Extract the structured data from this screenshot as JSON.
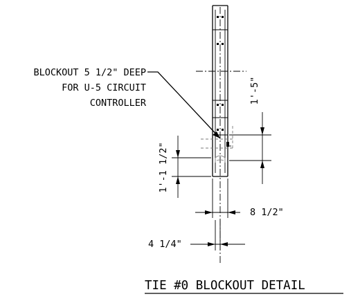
{
  "drawing": {
    "callout": {
      "line1": "BLOCKOUT 5 1/2\" DEEP",
      "line2": "FOR U-5 CIRCUIT",
      "line3": "CONTROLLER"
    },
    "dimensions": {
      "blockout_height": "1'-1 1/2\"",
      "blockout_offset": "1'-5\"",
      "tie_width": "8 1/2\"",
      "blockout_width": "4 1/4\""
    },
    "title": "TIE #0 BLOCKOUT DETAIL"
  }
}
